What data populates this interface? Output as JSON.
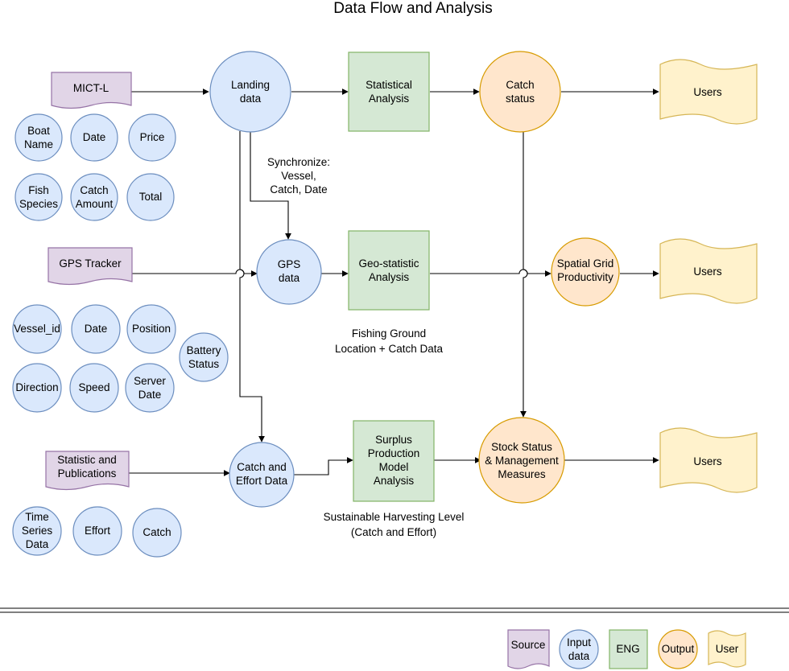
{
  "title": "Data Flow and Analysis",
  "sources": {
    "mict": "MICT-L",
    "gps_tracker": "GPS Tracker",
    "statistic": [
      "Statistic and",
      "Publications"
    ]
  },
  "inputs": {
    "landing": [
      "Landing",
      "data"
    ],
    "gps": [
      "GPS",
      "data"
    ],
    "catch_effort": [
      "Catch and",
      "Effort Data"
    ]
  },
  "engines": {
    "statistical": [
      "Statistical",
      "Analysis"
    ],
    "geo": [
      "Geo-statistic",
      "Analysis"
    ],
    "surplus": [
      "Surplus",
      "Production",
      "Model",
      "Analysis"
    ]
  },
  "outputs": {
    "catch_status": [
      "Catch",
      "status"
    ],
    "spatial": [
      "Spatial Grid",
      "Productivity"
    ],
    "stock": [
      "Stock Status",
      "& Management",
      "Measures"
    ]
  },
  "users": [
    "Users",
    "Users",
    "Users"
  ],
  "attributes": {
    "mict": [
      [
        "Boat",
        "Name"
      ],
      [
        "Date"
      ],
      [
        "Price"
      ],
      [
        "Fish",
        "Species"
      ],
      [
        "Catch",
        "Amount"
      ],
      [
        "Total"
      ]
    ],
    "gps": [
      [
        "Vessel_id"
      ],
      [
        "Date"
      ],
      [
        "Position"
      ],
      [
        "Battery",
        "Status"
      ],
      [
        "Direction"
      ],
      [
        "Speed"
      ],
      [
        "Server",
        "Date"
      ]
    ],
    "statistic": [
      [
        "Time",
        "Series",
        "Data"
      ],
      [
        "Effort"
      ],
      [
        "Catch"
      ]
    ]
  },
  "edge_labels": {
    "synchronize": [
      "Synchronize:",
      "Vessel,",
      "Catch, Date"
    ],
    "fishing_ground": [
      "Fishing Ground",
      "Location + Catch Data"
    ],
    "sustainable": [
      "Sustainable Harvesting Level",
      "(Catch and Effort)"
    ]
  },
  "legend": {
    "source": "Source",
    "input": [
      "Input",
      "data"
    ],
    "eng": "ENG",
    "output": "Output",
    "user": "User"
  }
}
